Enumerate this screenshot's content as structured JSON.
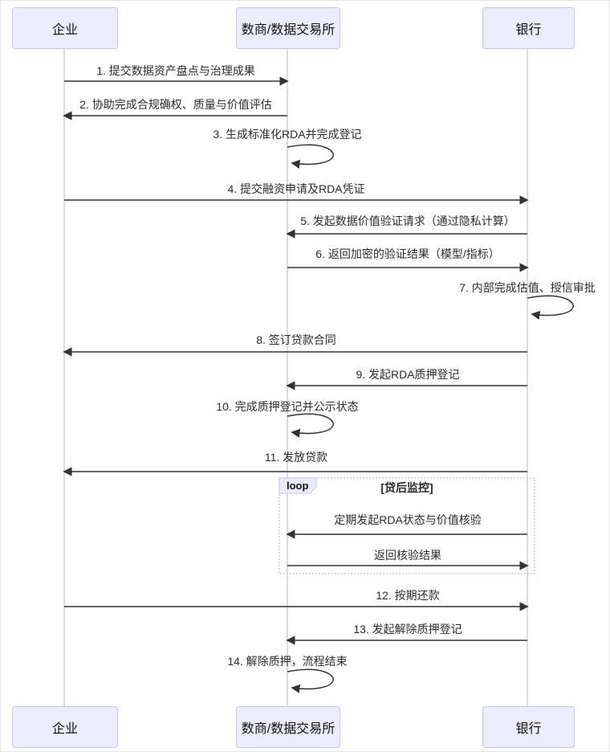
{
  "diagram": {
    "type": "sequence",
    "actors": [
      {
        "id": "enterprise",
        "label": "企业"
      },
      {
        "id": "data-exchange",
        "label": "数商/数据交易所"
      },
      {
        "id": "bank",
        "label": "银行"
      }
    ],
    "messages": [
      {
        "text": "1. 提交数据资产盘点与治理成果",
        "from": "企业",
        "to": "数商/数据交易所",
        "self": false
      },
      {
        "text": "2. 协助完成合规确权、质量与价值评估",
        "from": "数商/数据交易所",
        "to": "企业",
        "self": false
      },
      {
        "text": "3. 生成标准化RDA并完成登记",
        "from": "数商/数据交易所",
        "to": "数商/数据交易所",
        "self": true
      },
      {
        "text": "4. 提交融资申请及RDA凭证",
        "from": "企业",
        "to": "银行",
        "self": false
      },
      {
        "text": "5. 发起数据价值验证请求（通过隐私计算）",
        "from": "银行",
        "to": "数商/数据交易所",
        "self": false
      },
      {
        "text": "6. 返回加密的验证结果（模型/指标）",
        "from": "数商/数据交易所",
        "to": "银行",
        "self": false
      },
      {
        "text": "7. 内部完成估值、授信审批",
        "from": "银行",
        "to": "银行",
        "self": true
      },
      {
        "text": "8. 签订贷款合同",
        "from": "银行",
        "to": "企业",
        "self": false
      },
      {
        "text": "9. 发起RDA质押登记",
        "from": "银行",
        "to": "数商/数据交易所",
        "self": false
      },
      {
        "text": "10. 完成质押登记并公示状态",
        "from": "数商/数据交易所",
        "to": "数商/数据交易所",
        "self": true
      },
      {
        "text": "11. 发放贷款",
        "from": "银行",
        "to": "企业",
        "self": false
      },
      {
        "text": "12. 按期还款",
        "from": "企业",
        "to": "银行",
        "self": false
      },
      {
        "text": "13. 发起解除质押登记",
        "from": "银行",
        "to": "数商/数据交易所",
        "self": false
      },
      {
        "text": "14. 解除质押，流程结束",
        "from": "数商/数据交易所",
        "to": "数商/数据交易所",
        "self": true
      }
    ],
    "loop": {
      "label": "loop",
      "title": "[贷后监控]",
      "messages": [
        {
          "text": "定期发起RDA状态与价值核验",
          "from": "银行",
          "to": "数商/数据交易所"
        },
        {
          "text": "返回核验结果",
          "from": "数商/数据交易所",
          "to": "银行"
        }
      ]
    },
    "colors": {
      "actor_fill": "#ECECFF",
      "actor_border": "#C8C6E8",
      "lifeline": "#CFCBEA",
      "arrow": "#333333",
      "loop_border": "#C8C6E8"
    }
  }
}
